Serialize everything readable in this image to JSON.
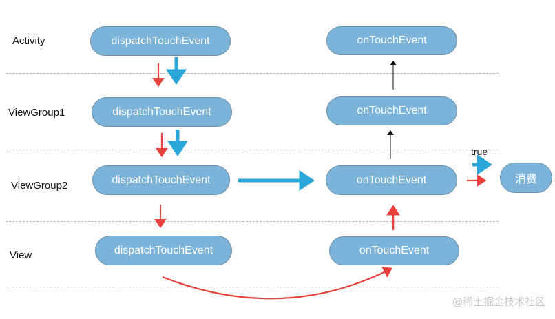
{
  "rows": {
    "activity": "Activity",
    "viewgroup1": "ViewGroup1",
    "viewgroup2": "ViewGroup2",
    "view": "View"
  },
  "nodes": {
    "activity_dispatch": "dispatchTouchEvent",
    "viewgroup1_dispatch": "dispatchTouchEvent",
    "viewgroup2_dispatch": "dispatchTouchEvent",
    "view_dispatch": "dispatchTouchEvent",
    "activity_ontouch": "onTouchEvent",
    "viewgroup1_ontouch": "onTouchEvent",
    "viewgroup2_ontouch": "onTouchEvent",
    "view_ontouch": "onTouchEvent",
    "consume": "消费"
  },
  "edge_labels": {
    "true": "true"
  },
  "watermark": "@稀土掘金技术社区",
  "colors": {
    "node_fill": "#7bb3d9",
    "node_border": "#6d8fa8",
    "red_arrow": "#e8403c",
    "blue_arrow": "#2aa6d8",
    "black_arrow": "#111111"
  }
}
